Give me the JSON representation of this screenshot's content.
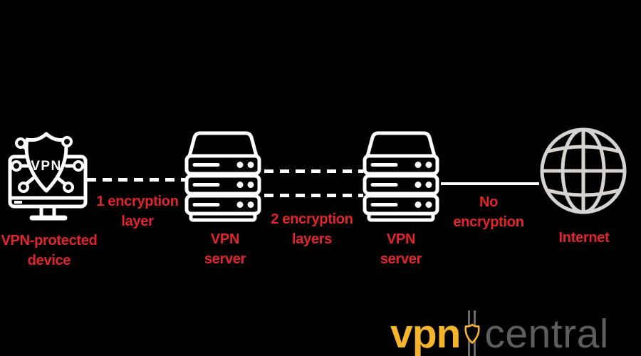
{
  "colors": {
    "background": "#000000",
    "label_red": "#e3252b",
    "icon_white": "#ffffff",
    "globe_gray": "#d6d3d0",
    "logo_yellow": "#f4b52d",
    "logo_gray": "#5d5d5d"
  },
  "nodes": {
    "device": {
      "line1": "VPN-protected",
      "line2": "device",
      "shield_text": "VPN"
    },
    "server1": {
      "line1": "VPN",
      "line2": "server"
    },
    "server2": {
      "line1": "VPN",
      "line2": "server"
    },
    "internet": {
      "line1": "Internet"
    }
  },
  "links": {
    "device_to_server1": {
      "line1": "1 encryption",
      "line2": "layer",
      "style": "dashed",
      "encryption_layers": 1
    },
    "server1_to_server2": {
      "line1": "2 encryption",
      "line2": "layers",
      "style": "double-dashed",
      "encryption_layers": 2
    },
    "server2_to_internet": {
      "line1": "No",
      "line2": "encryption",
      "style": "solid",
      "encryption_layers": 0
    }
  },
  "logo": {
    "part1": "vpn",
    "part2": "central"
  }
}
